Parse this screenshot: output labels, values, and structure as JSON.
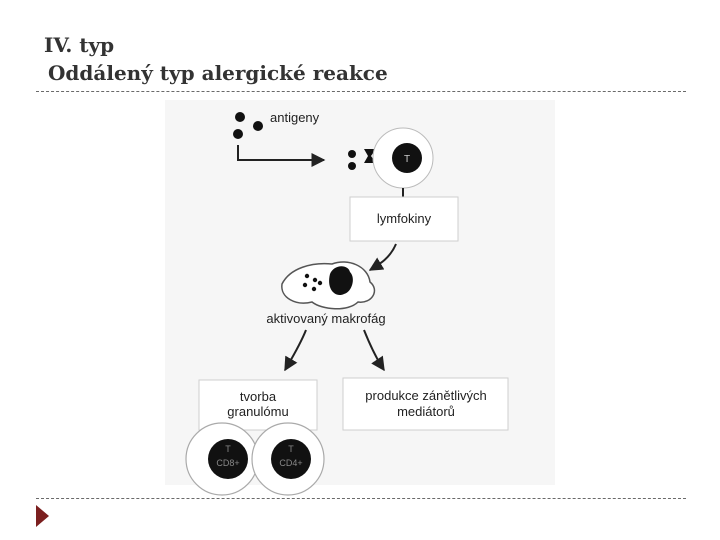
{
  "slide": {
    "title_line1": "IV. typ",
    "title_line2": "Oddálený typ alergické reakce"
  },
  "diagram": {
    "antigen_label": "antigeny",
    "t_cell_label": "T",
    "lymphokine_label": "lymfokiny",
    "macrophage_label": "aktivovaný makrofág",
    "granuloma_line1": "tvorba",
    "granuloma_line2": "granulómu",
    "mediators_line1": "produkce zánětlivých",
    "mediators_line2": "mediátorů",
    "cell1_top": "T",
    "cell1_bottom": "CD8+",
    "cell2_top": "T",
    "cell2_bottom": "CD4+"
  }
}
